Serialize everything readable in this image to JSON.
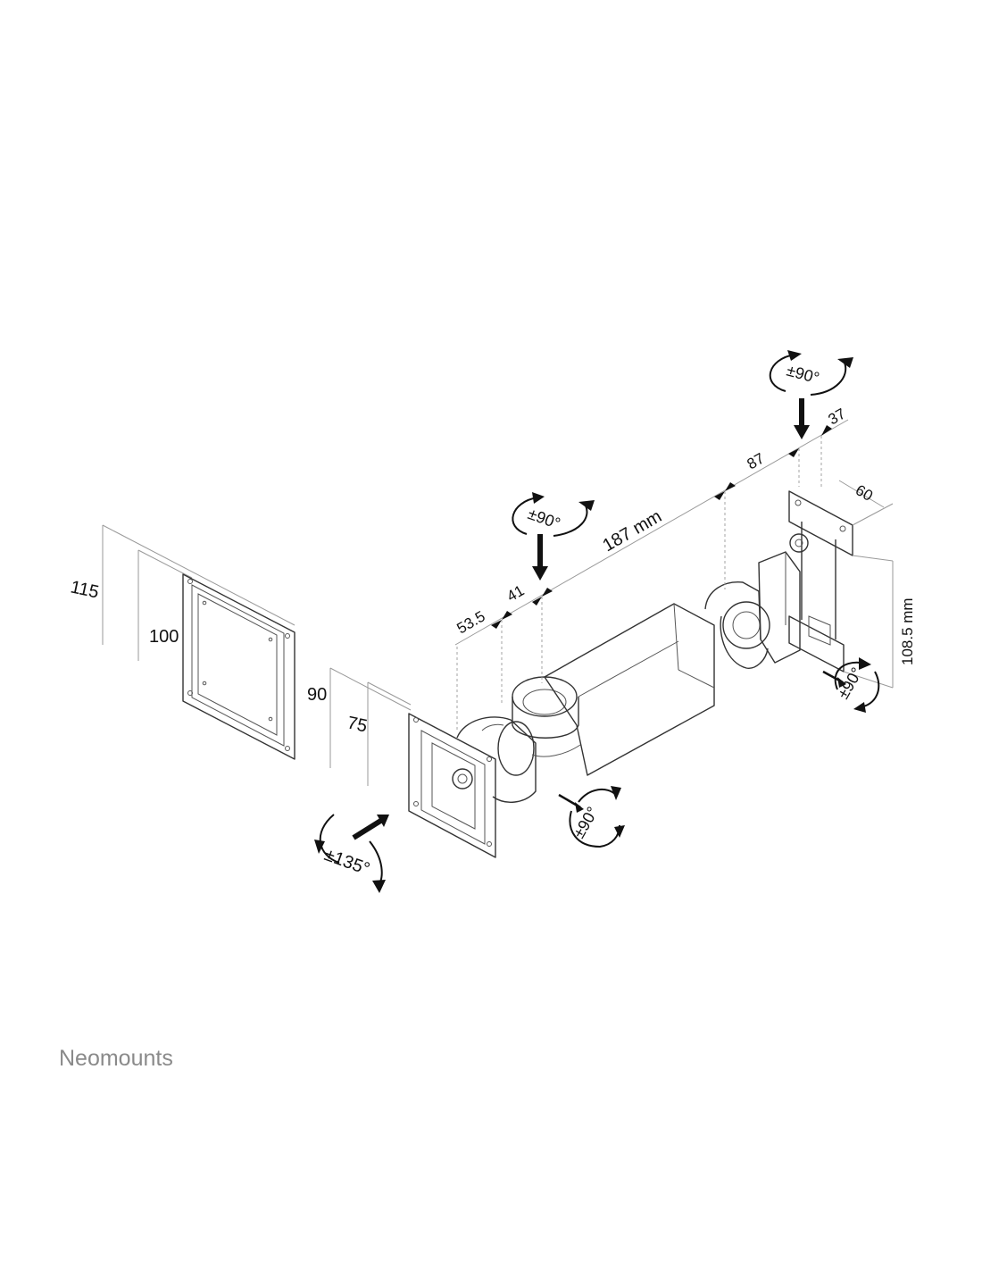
{
  "brand": "Neomounts",
  "dimensions": {
    "plate_large_outer": "115",
    "plate_large_inner": "100",
    "plate_small_outer": "90",
    "plate_small_inner": "75",
    "seg_53_5": "53.5",
    "seg_41": "41",
    "arm_length": "187  mm",
    "seg_87": "87",
    "seg_37": "37",
    "wall_plate_depth": "60",
    "wall_plate_height": "108.5 mm"
  },
  "rotations": {
    "tilt_vesa": "±135°",
    "swivel_head": "±90°",
    "swivel_elbow_top": "±90°",
    "swivel_wall_top": "±90°",
    "swivel_wall_side": "±90°"
  }
}
